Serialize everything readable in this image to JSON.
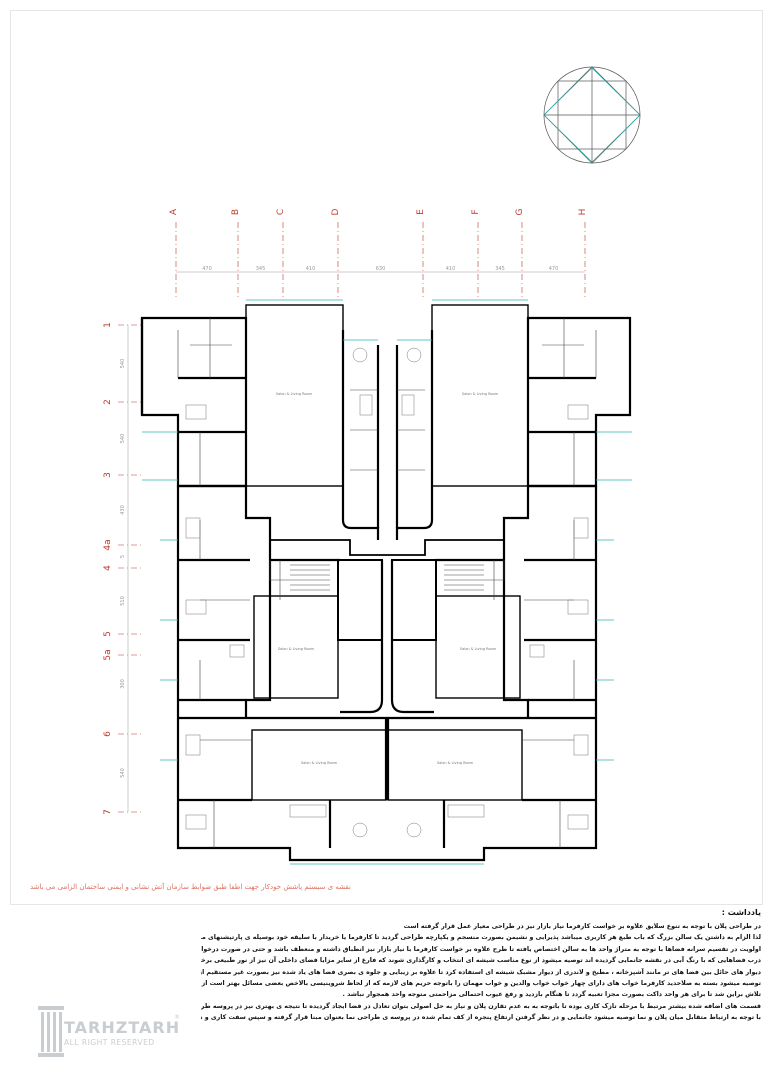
{
  "drawing": {
    "grid_columns": [
      "A",
      "B",
      "C",
      "D",
      "E",
      "F",
      "G",
      "H"
    ],
    "grid_rows": [
      "1",
      "2",
      "3",
      "4a",
      "4",
      "5",
      "5a",
      "6",
      "7"
    ],
    "column_dimensions": [
      "470",
      "345",
      "410",
      "630",
      "410",
      "345",
      "470"
    ],
    "row_dimensions": [
      "540",
      "540",
      "430",
      "5",
      "510",
      "300",
      "540"
    ],
    "room_labels": {
      "north_left": "Salon & Living Room",
      "north_right": "Salon & Living Room",
      "mid_left": "Salon & Living Room",
      "mid_right": "Salon & Living Room",
      "south_left": "Salon & Living Room",
      "south_right": "Salon & Living Room"
    }
  },
  "caption": "نقشه ی سیستم پاشش خودکار جهت اطفا طبق ضوابط سازمان آتش نشانی و ایمنی ساختمان الزامی می باشد",
  "notes": {
    "title": "یادداشت :",
    "lines": [
      "در طراحی پلان با توجه به تنوع سلایق علاوه بر خواست کارفرما نیاز بازار نیز در طراحی معیار عمل قرار گرفته است",
      "لذا الزام به داشتن یک سالن بزرگ که باب طبع هر کاربری میباشد پذیرایی و نشیمن بصورت منسجم و یکپارچه طراحی گردید تا کارفرما یا خریدار با سلیقه خود بوسیله ی پارتیشنهای مدرن ، صفحات مشبک و یا در پروسه طراحی داخلی بسته به سلیقه کاربر بصورت تخصصی به آن پرداخته شود .",
      "اولویت در تقسیم سرانه فضاها با توجه به متراژ واحد ها به سالن اختصاص یافته تا طرح علاوه بر خواست کارفرما با نیاز بازار نیز انطباق داشته و منعطف باشد و حتی در صورت درخواست خواب بیشتر (که با توجه به تامین استاندارد ها نیازی نبوده و توصیه نمیشود ) با در نظر گرفتن حق تغییر به میزان ۱۵ درصد بتوان از متراژ سالن کاسته و به خوابها اضافه نمود .",
      "درب فضاهایی که با رنگ آبی در نقشه جانمایی گردیده اند توصیه میشود از نوع مناسب شیشه ای انتخاب و کارگذاری شوند که فارغ از سایر مزایا فضای داخلی آن نیز از نور طبیعی برخوردار گردند .",
      "دیوار های حائل بین فضا های تر مانند آشپزخانه ، مطبخ و لاندری از دیوار مشبک شیشه ای استفاده کرد تا علاوه بر زیبایی و جلوه ی بصری فضا های یاد شده نیز بصورت غیر مستقیم از نور طبیعی بهره مند گردند .",
      "توصیه میشود بسته به صلاحدید کارفرما خواب های دارای چهار خواب خواب والدین و خواب مهمان را باتوجه حریم های لازمه که از لحاظ شروینیسی بالاخص بعضی مسائل بهتر است از خواب فرزندان فاصله داشته و در یک راهرو صمیمی داد که در ۱۵ درصد پیش بینی شده میتوان به آن پرداخت .",
      "تلاش براین شد تا برای هر واحد داکت بصورت مجزا تعبیه گردد تا هنگام بازدید و رفع عیوب احتمالی مزاحمتی متوجه واحد همجوار نباشد .",
      "قسمت های اضافه شده بیشتر مرتبط با مرحله تازک کاری بوده تا باتوجه به به عدم تقارن پلان و نیاز به حل اصولی بتوان تعادل در فضا ایجاد گردیده تا نتیجه ی بهتری نیز در پروسه طراحی داخلی شاهد باشیم .",
      "با توجه به ارتباط متقابل میان پلان و نما توصیه میشود جانمایی و در نظر گرفتن ارتفاع پنجره از کف تمام شده در پروسه ی طراحی نما بعنوان مبنا قرار گرفته و سپس سفت کاری و نازک کاری جداره های دارای نور صورت پذیرد ."
    ]
  },
  "logo": {
    "brand": "TARHZTARH",
    "rights": "ALL RIGHT RESERVED",
    "reg": "®"
  },
  "colors": {
    "grid_red": "#c0392b",
    "glass_cyan": "#2fb3b3",
    "wall": "#000000"
  }
}
